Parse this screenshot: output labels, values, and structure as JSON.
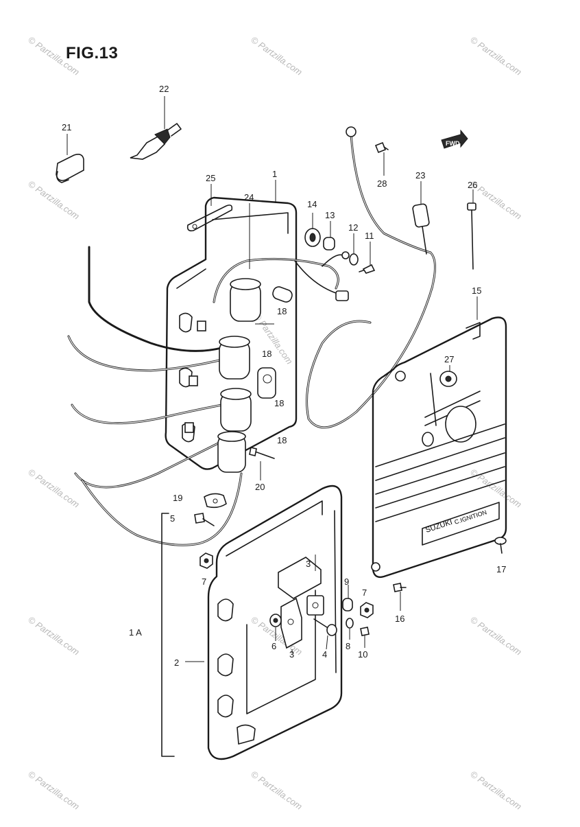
{
  "figure_title": "FIG.13",
  "watermark_text": "© Partzilla.com",
  "callouts": [
    {
      "id": "c1",
      "text": "1"
    },
    {
      "id": "c2",
      "text": "2"
    },
    {
      "id": "c3a",
      "text": "3"
    },
    {
      "id": "c3b",
      "text": "3"
    },
    {
      "id": "c4",
      "text": "4"
    },
    {
      "id": "c5",
      "text": "5"
    },
    {
      "id": "c6",
      "text": "6"
    },
    {
      "id": "c7a",
      "text": "7"
    },
    {
      "id": "c7b",
      "text": "7"
    },
    {
      "id": "c8",
      "text": "8"
    },
    {
      "id": "c9",
      "text": "9"
    },
    {
      "id": "c10",
      "text": "10"
    },
    {
      "id": "c11",
      "text": "11"
    },
    {
      "id": "c12",
      "text": "12"
    },
    {
      "id": "c13",
      "text": "13"
    },
    {
      "id": "c14",
      "text": "14"
    },
    {
      "id": "c15",
      "text": "15"
    },
    {
      "id": "c16",
      "text": "16"
    },
    {
      "id": "c17",
      "text": "17"
    },
    {
      "id": "c18a",
      "text": "18"
    },
    {
      "id": "c18b",
      "text": "18"
    },
    {
      "id": "c18c",
      "text": "18"
    },
    {
      "id": "c18d",
      "text": "18"
    },
    {
      "id": "c19",
      "text": "19"
    },
    {
      "id": "c20",
      "text": "20"
    },
    {
      "id": "c21",
      "text": "21"
    },
    {
      "id": "c22",
      "text": "22"
    },
    {
      "id": "c23",
      "text": "23"
    },
    {
      "id": "c24",
      "text": "24"
    },
    {
      "id": "c25",
      "text": "25"
    },
    {
      "id": "c26",
      "text": "26"
    },
    {
      "id": "c27",
      "text": "27"
    },
    {
      "id": "c28",
      "text": "28"
    },
    {
      "id": "c1a",
      "text": "1 A"
    }
  ],
  "fwd_arrow_text": "FWD",
  "cover_brand_text": "SUZUKI",
  "cover_model_text": "C.IGNITION"
}
